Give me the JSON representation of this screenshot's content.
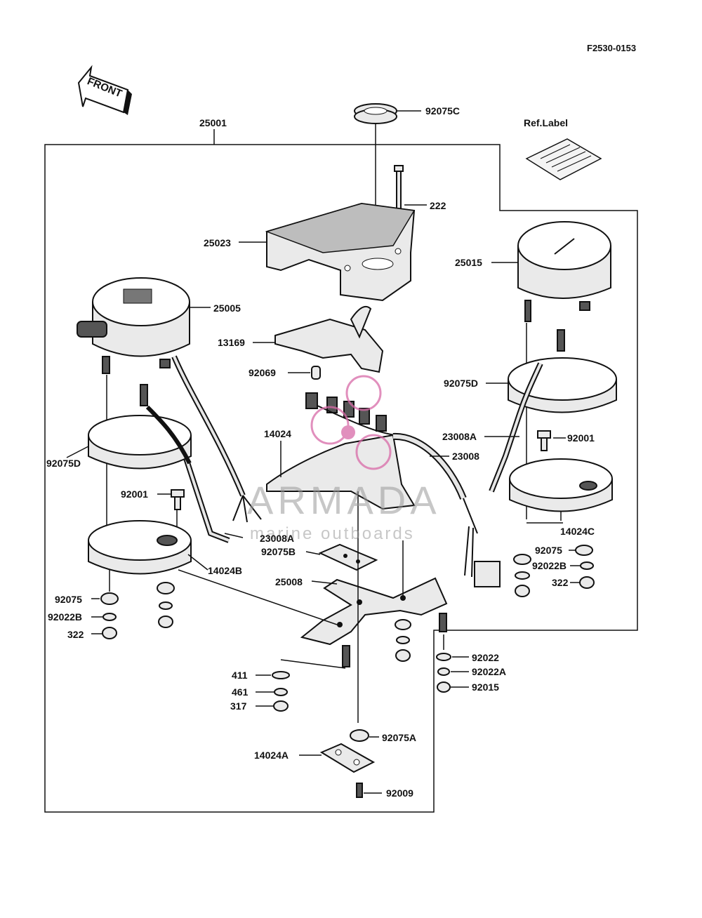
{
  "drawing_number": "F2530-0153",
  "front_label": "FRONT",
  "ref_label": "Ref.Label",
  "watermark": {
    "brand": "ARMADA",
    "tagline": "marine outboards"
  },
  "parts": {
    "p25001": "25001",
    "p92075C": "92075C",
    "p222": "222",
    "p25023": "25023",
    "p25015": "25015",
    "p25005": "25005",
    "p13169": "13169",
    "p92069": "92069",
    "p92075D_r": "92075D",
    "p23008A_r": "23008A",
    "p92001_r": "92001",
    "p23008": "23008",
    "p14024": "14024",
    "p92075D_l": "92075D",
    "p92001_l": "92001",
    "p14024C": "14024C",
    "p92075_r": "92075",
    "p92022B_r": "92022B",
    "p322_r": "322",
    "p23008A_l": "23008A",
    "p92075B": "92075B",
    "p14024B": "14024B",
    "p25008": "25008",
    "p92075_l": "92075",
    "p92022B_l": "92022B",
    "p322_l": "322",
    "p92022": "92022",
    "p92022A": "92022A",
    "p92015": "92015",
    "p411": "411",
    "p461": "461",
    "p317": "317",
    "p92075A": "92075A",
    "p14024A": "14024A",
    "p92009": "92009"
  }
}
